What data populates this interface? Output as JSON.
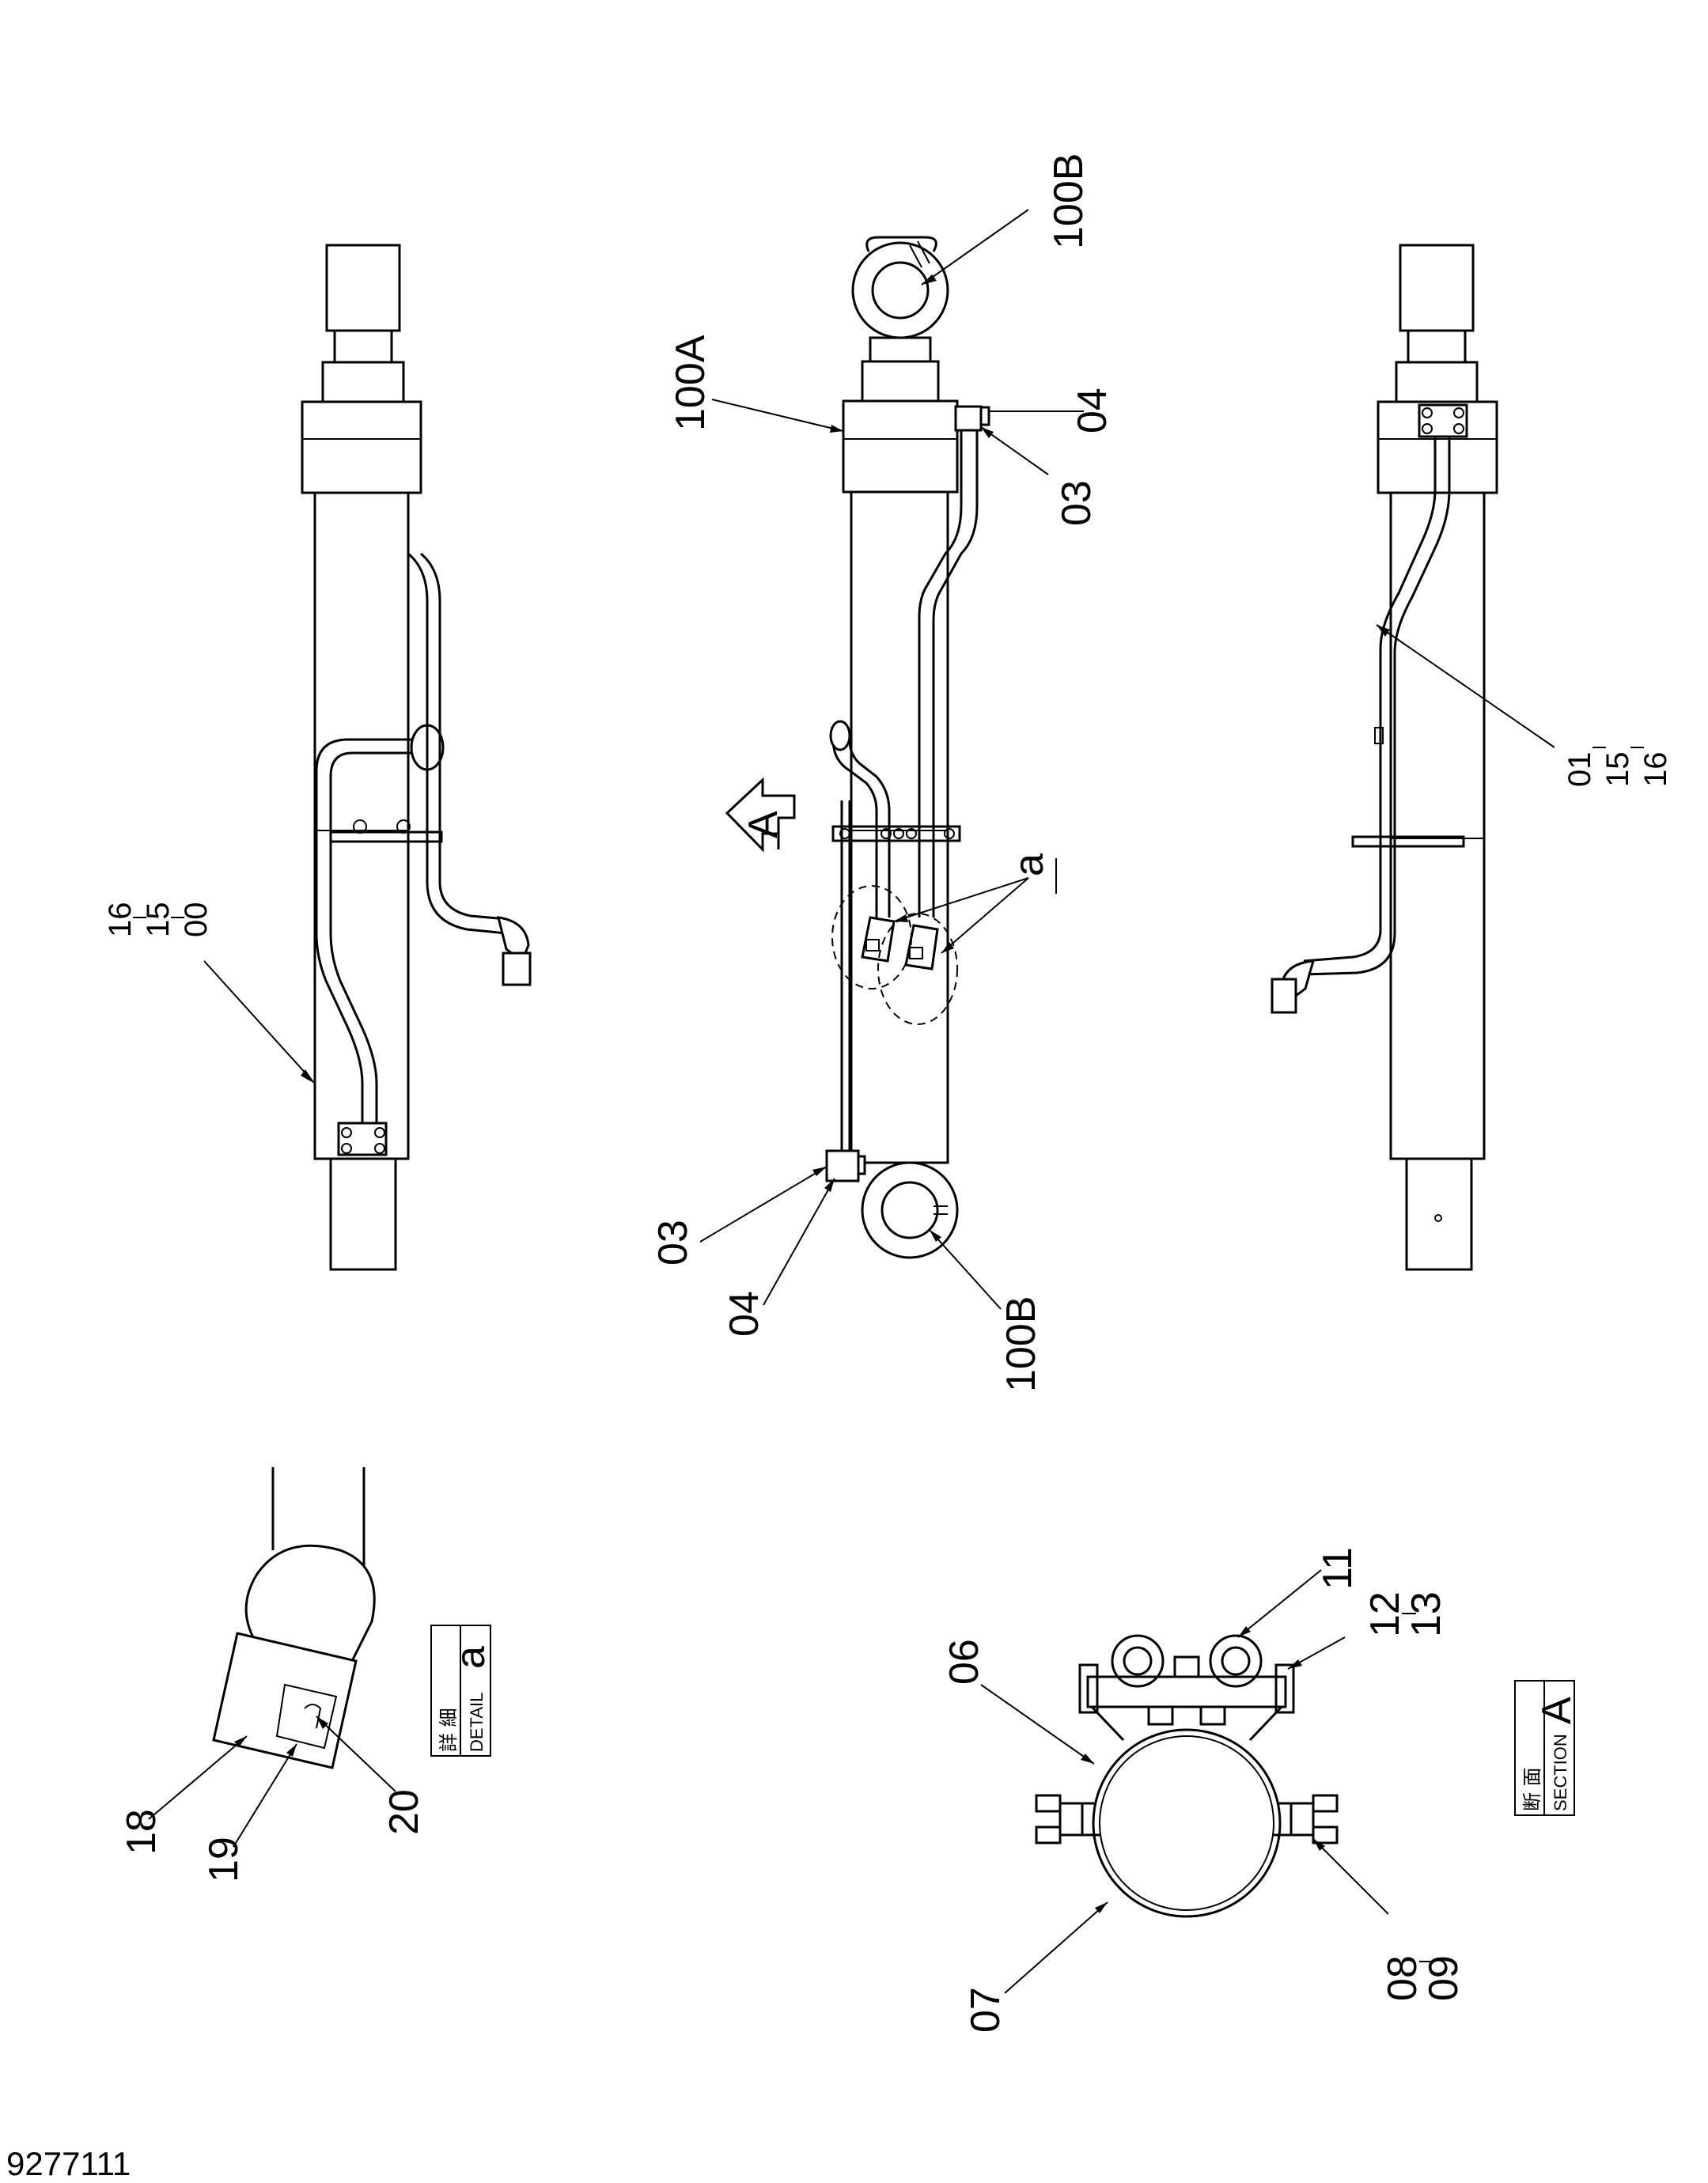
{
  "drawing_number": "9277111",
  "views": {
    "left_labels": [
      "16",
      "15",
      "00"
    ],
    "center_labels": {
      "top_rod_end": "100B",
      "head": "100A",
      "fitting_top_a": "04",
      "fitting_top_b": "03",
      "fitting_bottom_a": "03",
      "fitting_bottom_b": "04",
      "bottom_end": "100B",
      "section_arrow": "A",
      "detail_marker": "a"
    },
    "right_labels": [
      "01",
      "15",
      "16"
    ]
  },
  "detail_a": {
    "title_ja": "詳 細",
    "title_en": "DETAIL",
    "letter": "a",
    "labels": [
      "18",
      "19",
      "20"
    ]
  },
  "section_a": {
    "title_ja": "断 面",
    "title_en": "SECTION",
    "letter": "A",
    "labels": {
      "upper_bracket": "11",
      "bolt_upper": "12",
      "bolt_upper_b": "13",
      "clamp": "06",
      "band": "07",
      "bolt_lower": "08",
      "bolt_lower_b": "09"
    }
  }
}
